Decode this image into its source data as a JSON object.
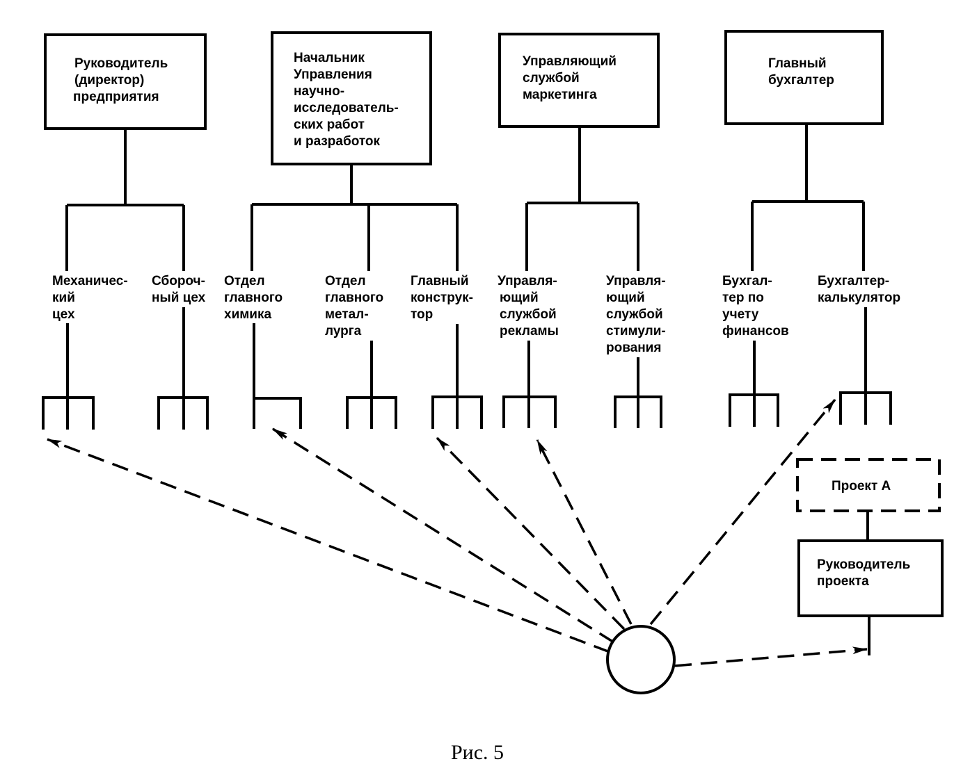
{
  "diagram": {
    "type": "org-matrix-structure",
    "heads": [
      {
        "id": "director",
        "lines": [
          "Руководитель",
          "(директор)",
          "предприятия"
        ]
      },
      {
        "id": "rnd",
        "lines": [
          "Начальник",
          "Управления",
          "научно-",
          "исследователь-",
          "ских работ",
          "и разработок"
        ]
      },
      {
        "id": "marketing",
        "lines": [
          "Управляющий",
          "службой",
          "маркетинга"
        ]
      },
      {
        "id": "accountant",
        "lines": [
          "Главный",
          "бухгалтер"
        ]
      }
    ],
    "units": [
      {
        "id": "mech",
        "parent": "director",
        "lines": [
          "Механичес-",
          "кий",
          "цех"
        ],
        "fork": 3
      },
      {
        "id": "assembly",
        "parent": "director",
        "lines": [
          "Сбороч-",
          "ный цех"
        ],
        "fork": 3
      },
      {
        "id": "chemist",
        "parent": "rnd",
        "lines": [
          "Отдел",
          "главного",
          "химика"
        ],
        "fork": 2
      },
      {
        "id": "metallurg",
        "parent": "rnd",
        "lines": [
          "Отдел",
          "главного",
          "метал-",
          "лурга"
        ],
        "fork": 3
      },
      {
        "id": "designer",
        "parent": "rnd",
        "lines": [
          "Главный",
          "конструк-",
          "тор"
        ],
        "fork": 3
      },
      {
        "id": "advert",
        "parent": "marketing",
        "lines": [
          "Управля-",
          "ющий",
          "службой",
          "рекламы"
        ],
        "fork": 3
      },
      {
        "id": "stimul",
        "parent": "marketing",
        "lines": [
          "Управля-",
          "ющий",
          "службой",
          "стимули-",
          "рования"
        ],
        "fork": 3
      },
      {
        "id": "finance",
        "parent": "accountant",
        "lines": [
          "Бухгал-",
          "тер по",
          "учету",
          "финансов"
        ],
        "fork": 3
      },
      {
        "id": "calc",
        "parent": "accountant",
        "lines": [
          "Бухгалтер-",
          "калькулятор"
        ],
        "fork": 3
      }
    ],
    "project": {
      "name": "Проект А",
      "manager_lines": [
        "Руководитель",
        "проекта"
      ]
    },
    "links": [
      {
        "from": "hub",
        "to": "mech",
        "style": "dashed-arrow"
      },
      {
        "from": "hub",
        "to": "chemist",
        "style": "dashed-arrow"
      },
      {
        "from": "hub",
        "to": "designer",
        "style": "dashed-arrow"
      },
      {
        "from": "hub",
        "to": "advert",
        "style": "dashed-arrow"
      },
      {
        "from": "hub",
        "to": "calc",
        "style": "dashed-arrow"
      },
      {
        "from": "hub",
        "to": "project-manager",
        "style": "dashed-arrow"
      }
    ]
  },
  "caption": "Рис. 5"
}
